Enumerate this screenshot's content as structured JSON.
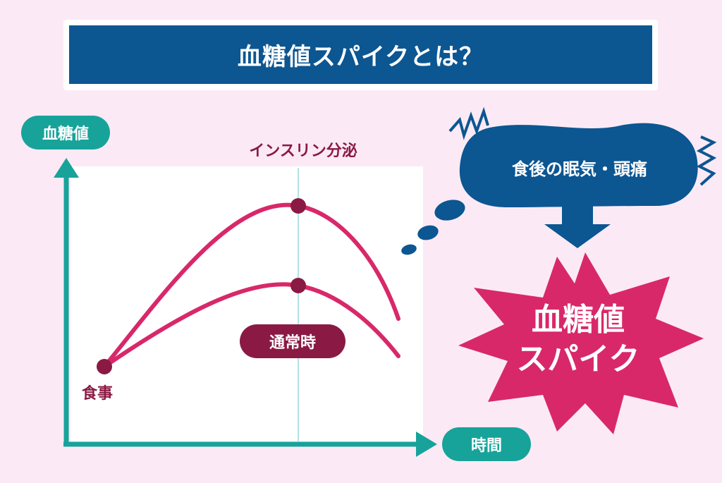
{
  "title": "血糖値スパイクとは？",
  "axes": {
    "y_label": "血糖値",
    "x_label": "時間"
  },
  "annotations": {
    "insulin": "インスリン分泌",
    "meal": "食事",
    "normal": "通常時"
  },
  "thought": {
    "text": "食後の眠気・頭痛"
  },
  "spike": {
    "line1": "血糖値",
    "line2": "スパイク"
  },
  "colors": {
    "background": "#fbeaf5",
    "title_bar": "#0c5692",
    "teal": "#17a39a",
    "curve": "#d8286a",
    "dot": "#8a1a43",
    "cloud": "#0c5692",
    "spike": "#d8286a"
  }
}
